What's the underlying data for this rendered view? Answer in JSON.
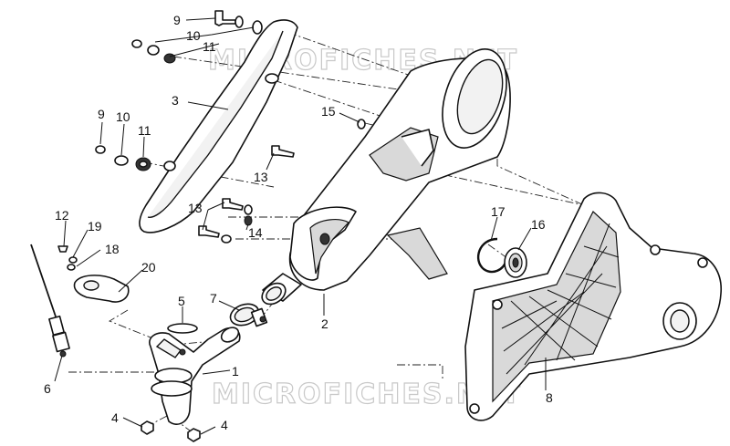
{
  "watermark": {
    "text": "MICROFICHES.NET"
  },
  "callouts": [
    {
      "id": "c9a",
      "label": "9"
    },
    {
      "id": "c10a",
      "label": "10"
    },
    {
      "id": "c11a",
      "label": "11"
    },
    {
      "id": "c3",
      "label": "3"
    },
    {
      "id": "c9b",
      "label": "9"
    },
    {
      "id": "c10b",
      "label": "10"
    },
    {
      "id": "c11b",
      "label": "11"
    },
    {
      "id": "c15",
      "label": "15"
    },
    {
      "id": "c13a",
      "label": "13"
    },
    {
      "id": "c13b",
      "label": "13"
    },
    {
      "id": "c14",
      "label": "14"
    },
    {
      "id": "c12",
      "label": "12"
    },
    {
      "id": "c19",
      "label": "19"
    },
    {
      "id": "c18",
      "label": "18"
    },
    {
      "id": "c20",
      "label": "20"
    },
    {
      "id": "c17",
      "label": "17"
    },
    {
      "id": "c16",
      "label": "16"
    },
    {
      "id": "c5",
      "label": "5"
    },
    {
      "id": "c7",
      "label": "7"
    },
    {
      "id": "c2",
      "label": "2"
    },
    {
      "id": "c6",
      "label": "6"
    },
    {
      "id": "c1",
      "label": "1"
    },
    {
      "id": "c8",
      "label": "8"
    },
    {
      "id": "c4a",
      "label": "4"
    },
    {
      "id": "c4b",
      "label": "4"
    }
  ]
}
